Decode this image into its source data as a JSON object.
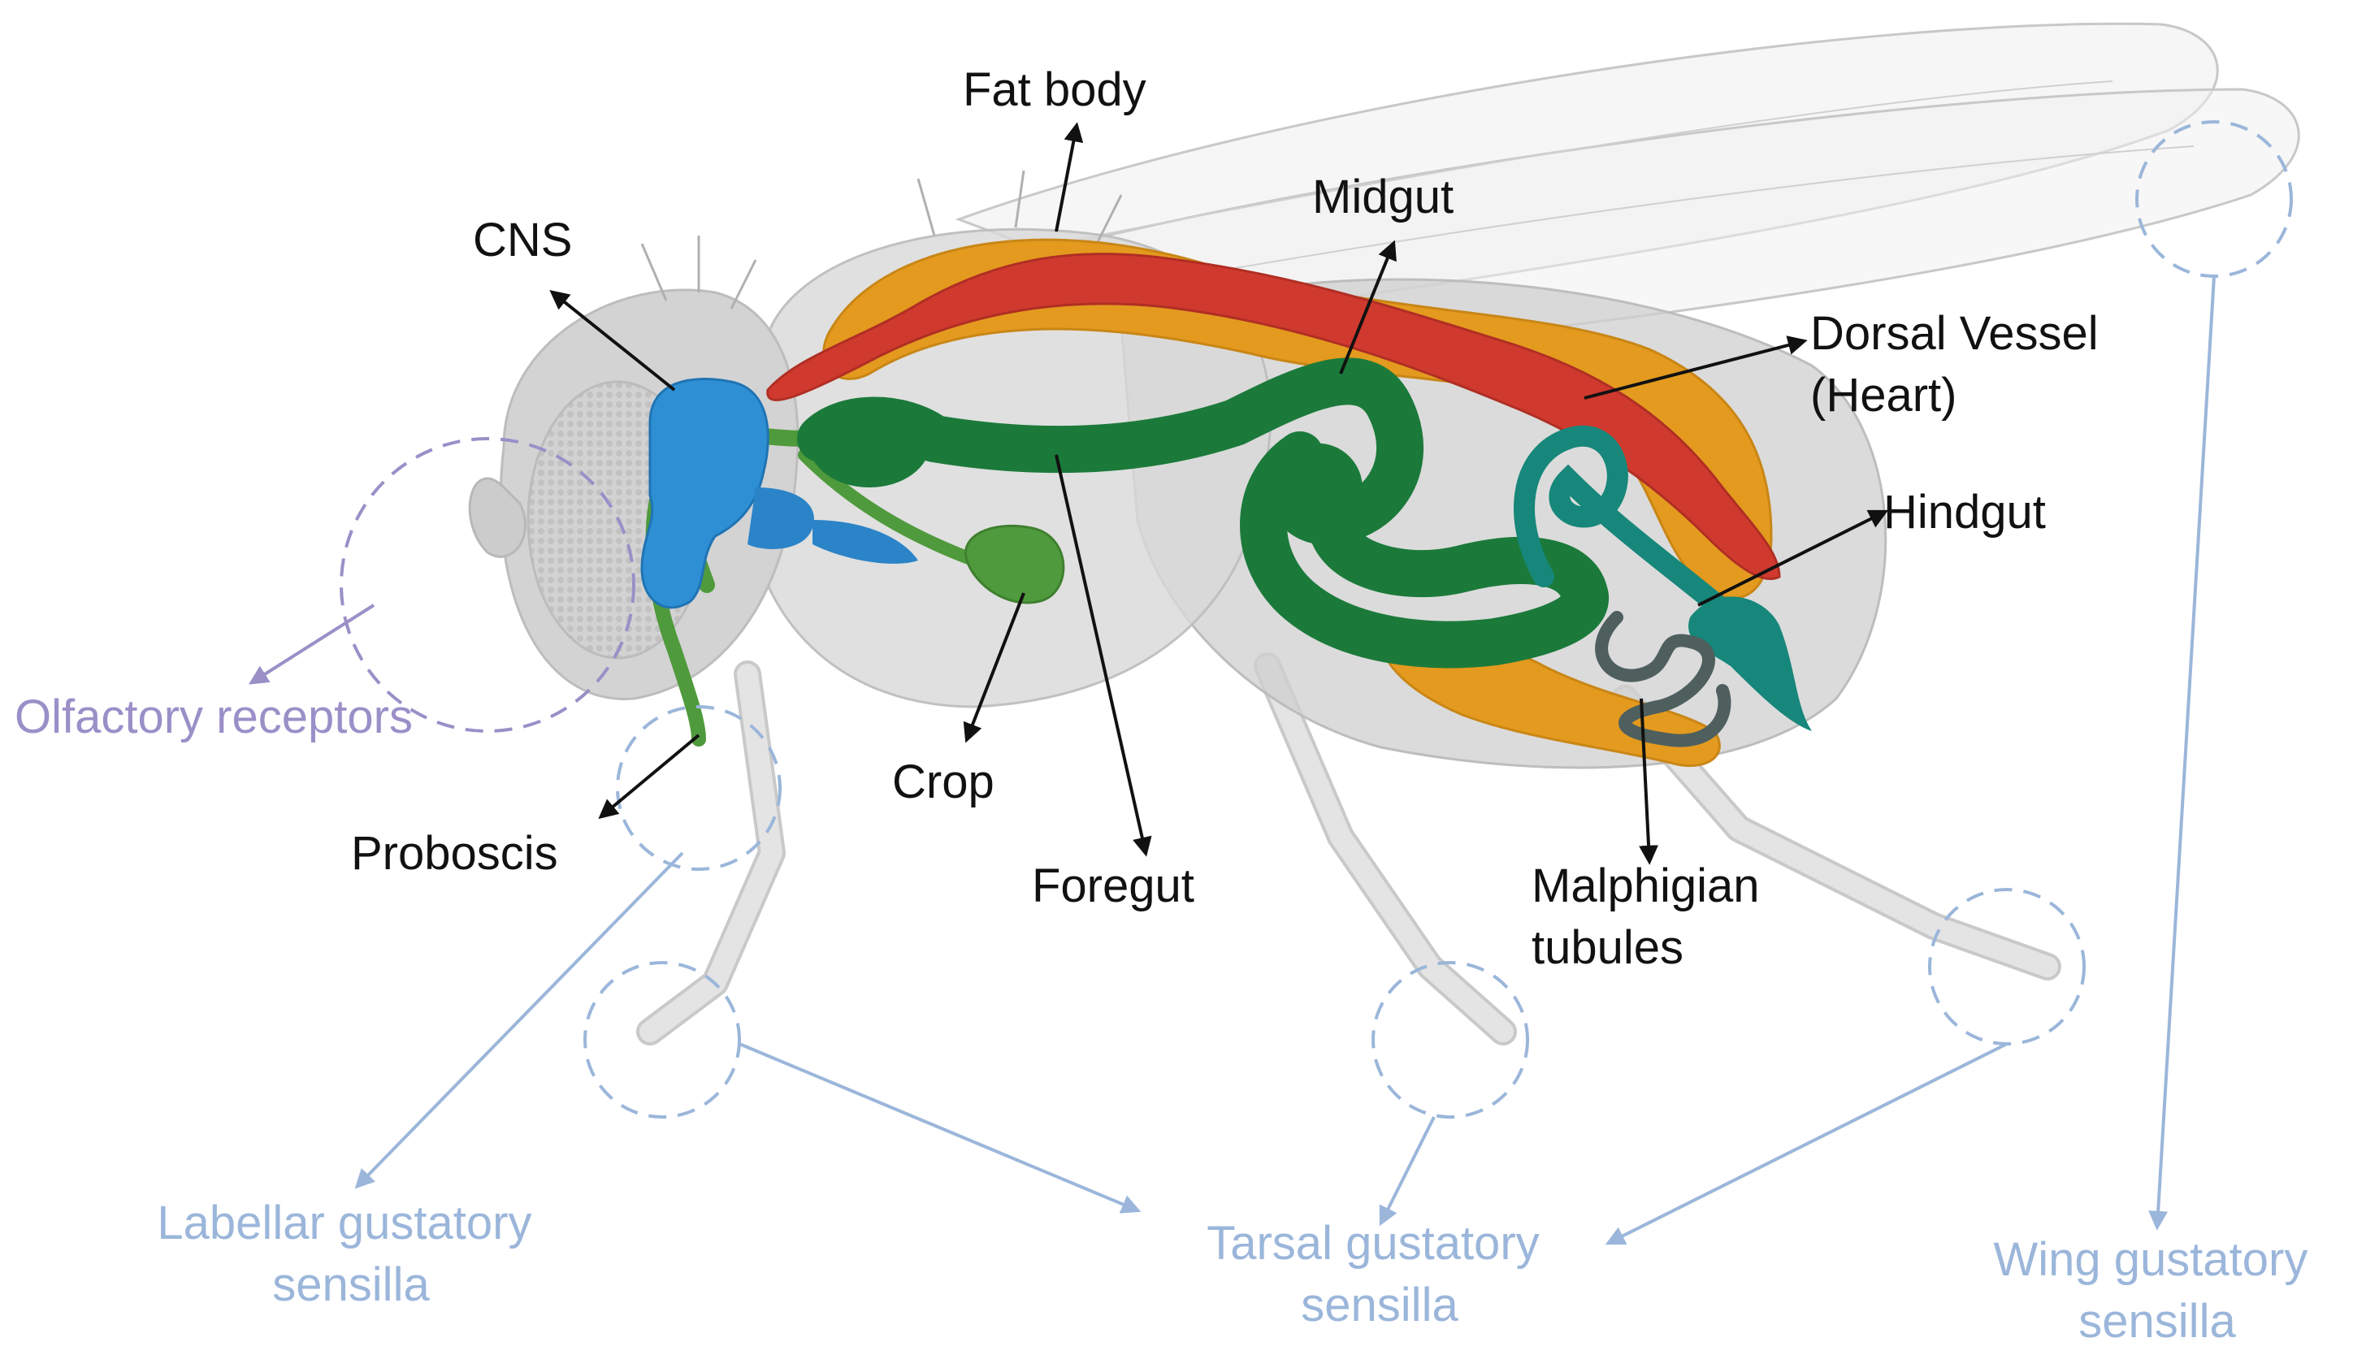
{
  "organ_labels": {
    "fat_body": "Fat body",
    "midgut": "Midgut",
    "cns": "CNS",
    "dorsal_vessel": [
      "Dorsal Vessel",
      "(Heart)"
    ],
    "hindgut": "Hindgut",
    "crop": "Crop",
    "foregut": "Foregut",
    "proboscis": "Proboscis",
    "malpighian": [
      "Malphigian",
      "tubules"
    ]
  },
  "sensory_labels": {
    "olfactory": "Olfactory receptors",
    "labellar": [
      "Labellar gustatory",
      "sensilla"
    ],
    "tarsal": [
      "Tarsal gustatory",
      "sensilla"
    ],
    "wing": [
      "Wing gustatory",
      "sensilla"
    ]
  },
  "colors": {
    "fat_body": "#E39A1E",
    "midgut": "#1B7A3A",
    "crop_foregut": "#4F9A3C",
    "cns": "#2E8FD4",
    "dorsal_vessel": "#D03A2E",
    "hindgut": "#16877A",
    "malpighian": "#4E5F5E",
    "body": "#D5D5D5",
    "olfactory": "#9B8FC8",
    "gustatory": "#9BB6DA"
  }
}
